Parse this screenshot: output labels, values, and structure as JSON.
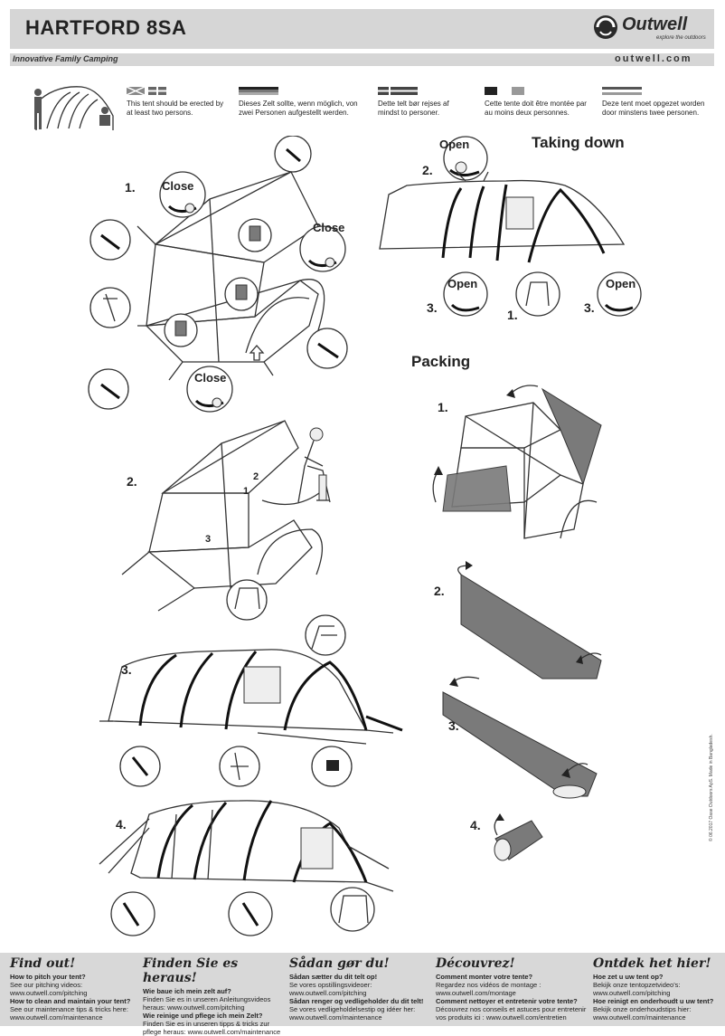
{
  "header": {
    "title": "HARTFORD 8SA",
    "logo_name": "Outwell",
    "logo_tagline": "explore the outdoors",
    "tagline": "Innovative Family Camping",
    "website": "outwell.com"
  },
  "languages": [
    {
      "text": "This tent should be erected by at least two persons."
    },
    {
      "text": "Dieses Zelt sollte, wenn möglich, von zwei Personen aufgestellt werden."
    },
    {
      "text": "Dette telt bør rejses af mindst to personer."
    },
    {
      "text": "Cette tente doit être montée par au moins deux personnes."
    },
    {
      "text": "Deze tent moet opgezet worden door minstens twee personen."
    }
  ],
  "pitching": {
    "steps": [
      "1.",
      "2.",
      "3.",
      "4."
    ],
    "close_label": "Close",
    "valve_numbers": [
      "1",
      "2",
      "3"
    ]
  },
  "taking_down": {
    "title": "Taking down",
    "open_label": "Open",
    "steps": [
      "2.",
      "3.",
      "1.",
      "3."
    ]
  },
  "packing": {
    "title": "Packing",
    "steps": [
      "1.",
      "2.",
      "3.",
      "4."
    ]
  },
  "footer": {
    "columns": [
      {
        "heading": "Find out!",
        "lines": [
          {
            "t": "How to pitch your tent?",
            "b": true
          },
          {
            "t": "See our pitching videos:",
            "b": false
          },
          {
            "t": "www.outwell.com/pitching",
            "b": false
          },
          {
            "t": "How to clean and maintain your tent?",
            "b": true
          },
          {
            "t": "See our maintenance tips & tricks here:",
            "b": false
          },
          {
            "t": "www.outwell.com/maintenance",
            "b": false
          }
        ]
      },
      {
        "heading": "Finden Sie es heraus!",
        "lines": [
          {
            "t": "Wie baue ich mein zelt auf?",
            "b": true
          },
          {
            "t": "Finden Sie es in unseren Anleitungsvideos",
            "b": false
          },
          {
            "t": "heraus: www.outwell.com/pitching",
            "b": false
          },
          {
            "t": "Wie reinige und pflege ich mein Zelt?",
            "b": true
          },
          {
            "t": "Finden Sie es in unseren tipps & tricks zur",
            "b": false
          },
          {
            "t": "pflege heraus: www.outwell.com/maintenance",
            "b": false
          }
        ]
      },
      {
        "heading": "Sådan gør du!",
        "lines": [
          {
            "t": "Sådan sætter du dit telt op!",
            "b": true
          },
          {
            "t": "Se vores opstillingsvideoer:",
            "b": false
          },
          {
            "t": "www.outwell.com/pitching",
            "b": false
          },
          {
            "t": "Sådan renger og vedligeholder du dit telt!",
            "b": true
          },
          {
            "t": "Se vores vedligeholdelsestip og idéer her:",
            "b": false
          },
          {
            "t": "www.outwell.com/maintenance",
            "b": false
          }
        ]
      },
      {
        "heading": "Découvrez!",
        "lines": [
          {
            "t": "Comment monter votre tente?",
            "b": true
          },
          {
            "t": "Regardez nos vidéos de montage :",
            "b": false
          },
          {
            "t": "www.outwell.com/montage",
            "b": false
          },
          {
            "t": "Comment nettoyer et entretenir votre tente?",
            "b": true
          },
          {
            "t": "Découvrez nos conseils et astuces pour entretenir",
            "b": false
          },
          {
            "t": "vos produits ici : www.outwell.com/entretien",
            "b": false
          }
        ]
      },
      {
        "heading": "Ontdek het hier!",
        "lines": [
          {
            "t": "Hoe zet u uw tent op?",
            "b": true
          },
          {
            "t": "Bekijk onze tentopzetvideo's:",
            "b": false
          },
          {
            "t": "www.outwell.com/pitching",
            "b": false
          },
          {
            "t": "Hoe reinigt en onderhoudt u uw tent?",
            "b": true
          },
          {
            "t": "Bekijk onze onderhoudstips hier:",
            "b": false
          },
          {
            "t": "www.outwell.com/maintenance",
            "b": false
          }
        ]
      }
    ]
  },
  "side_note": "© 06.2017 Oase Outdoors ApS. Made in Bangladesh.",
  "colors": {
    "header_bg": "#d6d6d6",
    "footer_bg": "#d8d8d8",
    "ink": "#222222",
    "fabric_grey": "#7a7a7a"
  }
}
